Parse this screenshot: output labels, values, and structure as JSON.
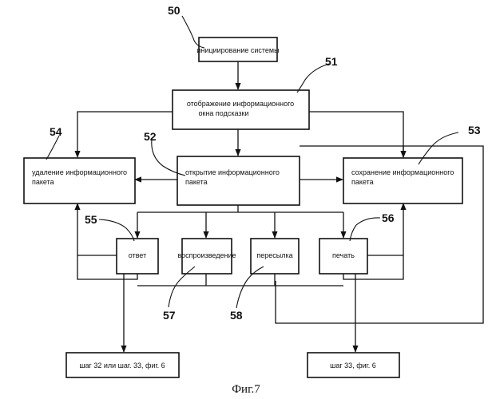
{
  "blocks": {
    "init": "инициирование системы",
    "display_l1": "отображение информационного",
    "display_l2": "окна подсказки",
    "delete_l1": "удаление информационного",
    "delete_l2": "пакета",
    "open_l1": "открытие информационного",
    "open_l2": "пакета",
    "save_l1": "сохранение информационного",
    "save_l2": "пакета",
    "reply": "ответ",
    "playback": "воспроизведение",
    "forward": "пересылка",
    "print": "печать",
    "step_left": "шаг 32 или шаг. 33, фиг. 6",
    "step_right": "шаг 33, фиг. 6"
  },
  "refs": {
    "r50": "50",
    "r51": "51",
    "r52": "52",
    "r53": "53",
    "r54": "54",
    "r55": "55",
    "r56": "56",
    "r57": "57",
    "r58": "58"
  },
  "caption": "Фиг.7"
}
